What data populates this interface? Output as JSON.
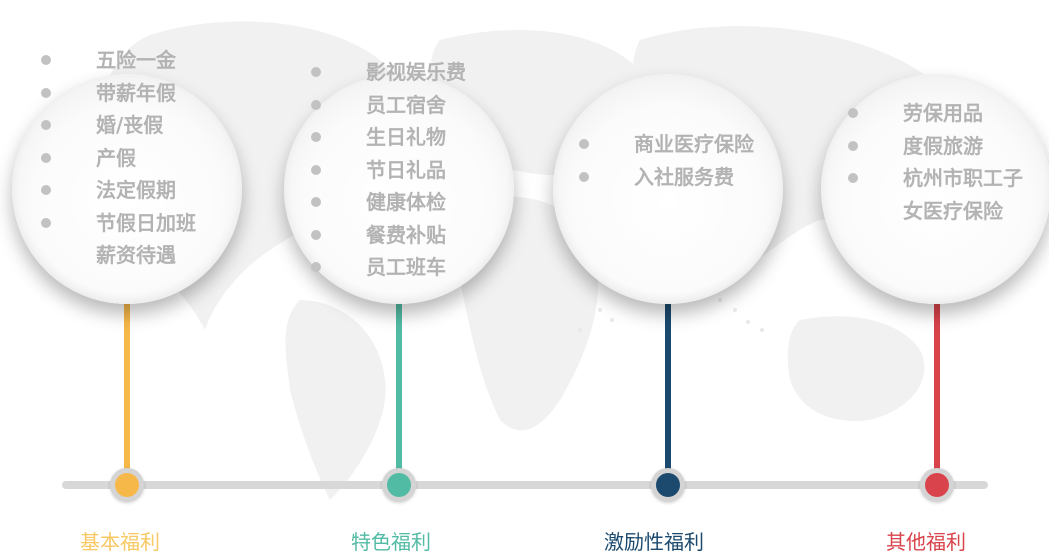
{
  "categories": [
    {
      "title": "基本福利",
      "color": "#f7b84a",
      "items": [
        "五险一金",
        "带薪年假",
        "婚/丧假",
        "产假",
        "法定假期",
        "节假日加班"
      ],
      "extra": "薪资待遇"
    },
    {
      "title": "特色福利",
      "color": "#52bba4",
      "items": [
        "影视娱乐费",
        "员工宿舍",
        "生日礼物",
        "节日礼品",
        "健康体检",
        "餐费补贴",
        "员工班车"
      ]
    },
    {
      "title": "激励性福利",
      "color": "#1c4a6e",
      "items": [
        "商业医疗保险",
        "入社服务费"
      ]
    },
    {
      "title": "其他福利",
      "color": "#d9434b",
      "items": [
        "劳保用品",
        "度假旅游",
        "杭州市职工子女医疗保险"
      ]
    }
  ]
}
